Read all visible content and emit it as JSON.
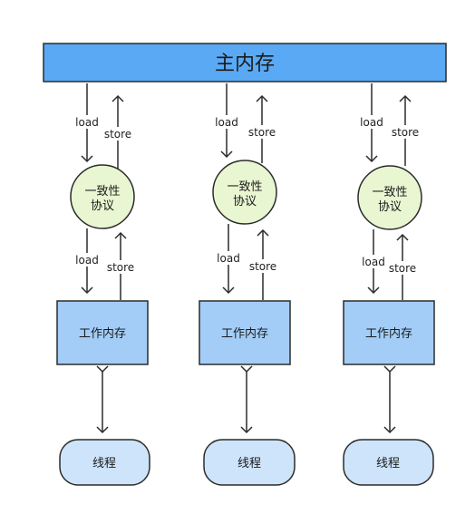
{
  "main_memory": {
    "label": "主内存"
  },
  "columns": [
    {
      "protocol": {
        "line1": "一致性",
        "line2": "协议"
      },
      "working_memory": {
        "label": "工作内存"
      },
      "thread": {
        "label": "线程"
      },
      "upper": {
        "load": "load",
        "store": "store"
      },
      "lower": {
        "load": "load",
        "store": "store"
      }
    },
    {
      "protocol": {
        "line1": "一致性",
        "line2": "协议"
      },
      "working_memory": {
        "label": "工作内存"
      },
      "thread": {
        "label": "线程"
      },
      "upper": {
        "load": "load",
        "store": "store"
      },
      "lower": {
        "load": "load",
        "store": "store"
      }
    },
    {
      "protocol": {
        "line1": "一致性",
        "line2": "协议"
      },
      "working_memory": {
        "label": "工作内存"
      },
      "thread": {
        "label": "线程"
      },
      "upper": {
        "load": "load",
        "store": "store"
      },
      "lower": {
        "load": "load",
        "store": "store"
      }
    }
  ],
  "colors": {
    "main_fill": "#5aa9f5",
    "box_fill": "#a3cdf7",
    "protocol_fill": "#e8f6d1",
    "thread_fill": "#cde4fb",
    "stroke": "#2b2b2b"
  }
}
